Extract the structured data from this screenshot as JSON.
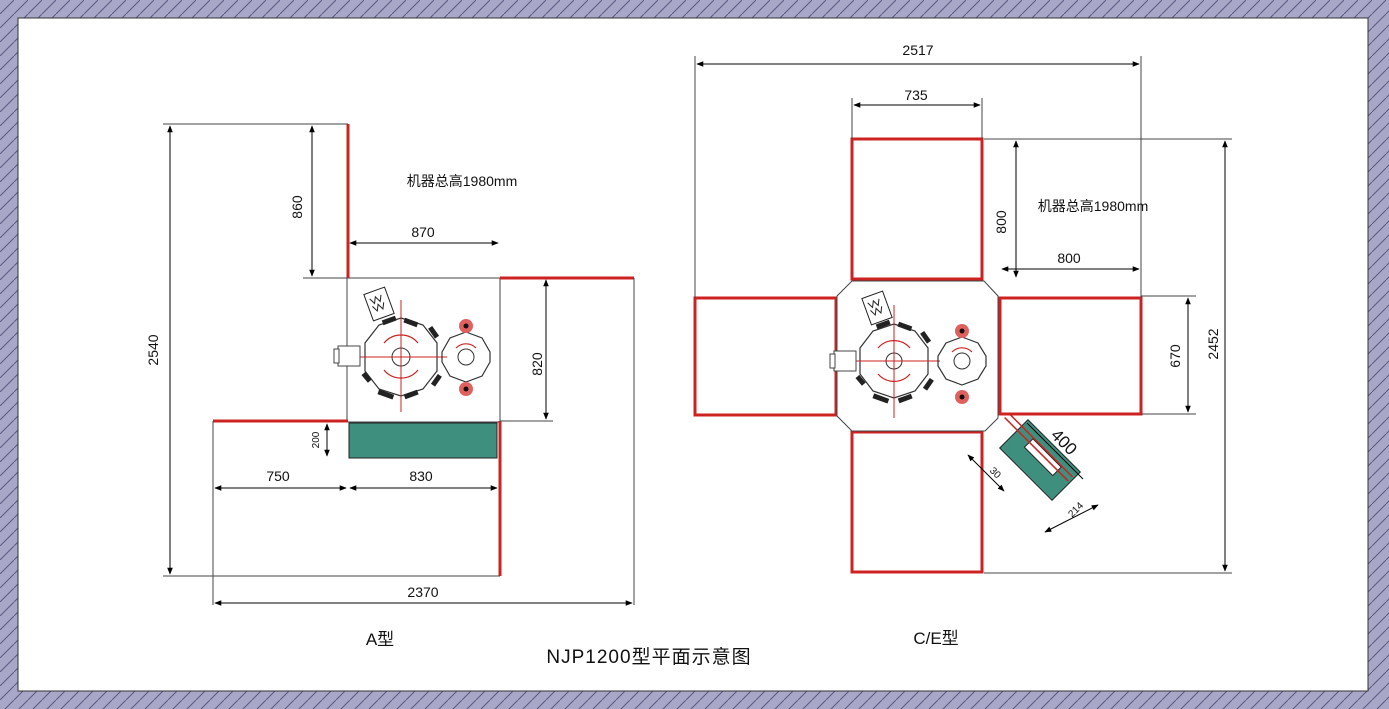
{
  "title": "NJP1200型平面示意图",
  "colors": {
    "border_fill": "#a9a7c8",
    "outline_red": "#cc2222",
    "conveyor_green": "#3f8f7f",
    "marker_red": "#e06060"
  },
  "layout_a": {
    "label": "A型",
    "height_note": "机器总高1980mm",
    "dims": {
      "overall_height": "2540",
      "top_height": "860",
      "machine_width": "870",
      "machine_depth": "820",
      "conveyor_height": "200",
      "left_width": "750",
      "conveyor_width": "830",
      "overall_width": "2370"
    }
  },
  "layout_ce": {
    "label": "C/E型",
    "height_note": "机器总高1980mm",
    "dims": {
      "overall_width": "2517",
      "top_width": "735",
      "top_height": "800",
      "right_width": "800",
      "right_height": "670",
      "overall_height": "2452",
      "feeder_length": "400",
      "feeder_small": "30",
      "feeder_width": "214"
    }
  }
}
